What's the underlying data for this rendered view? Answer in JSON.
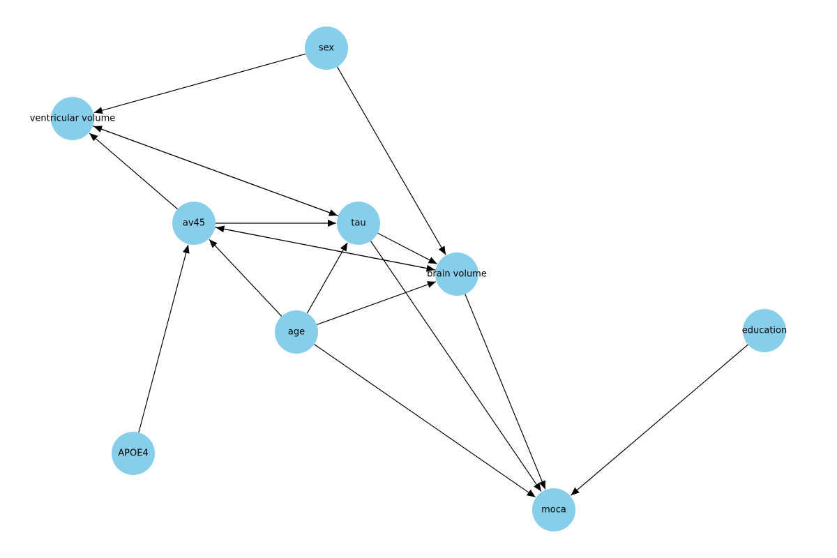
{
  "graph": {
    "node_color": "#87ceeb",
    "edge_color": "#000000",
    "nodes": [
      {
        "id": "sex",
        "label": "sex"
      },
      {
        "id": "ventricular_volume",
        "label": "ventricular volume"
      },
      {
        "id": "av45",
        "label": "av45"
      },
      {
        "id": "tau",
        "label": "tau"
      },
      {
        "id": "brain_volume",
        "label": "brain volume"
      },
      {
        "id": "age",
        "label": "age"
      },
      {
        "id": "education",
        "label": "education"
      },
      {
        "id": "APOE4",
        "label": "APOE4"
      },
      {
        "id": "moca",
        "label": "moca"
      }
    ],
    "edges": [
      {
        "from": "sex",
        "to": "ventricular_volume"
      },
      {
        "from": "sex",
        "to": "brain_volume"
      },
      {
        "from": "av45",
        "to": "ventricular_volume"
      },
      {
        "from": "av45",
        "to": "tau"
      },
      {
        "from": "av45",
        "to": "brain_volume"
      },
      {
        "from": "tau",
        "to": "ventricular_volume"
      },
      {
        "from": "tau",
        "to": "brain_volume"
      },
      {
        "from": "tau",
        "to": "moca"
      },
      {
        "from": "ventricular_volume",
        "to": "tau"
      },
      {
        "from": "age",
        "to": "av45"
      },
      {
        "from": "age",
        "to": "tau"
      },
      {
        "from": "age",
        "to": "brain_volume"
      },
      {
        "from": "age",
        "to": "moca"
      },
      {
        "from": "brain_volume",
        "to": "moca"
      },
      {
        "from": "brain_volume",
        "to": "av45"
      },
      {
        "from": "APOE4",
        "to": "av45"
      },
      {
        "from": "education",
        "to": "moca"
      }
    ]
  }
}
